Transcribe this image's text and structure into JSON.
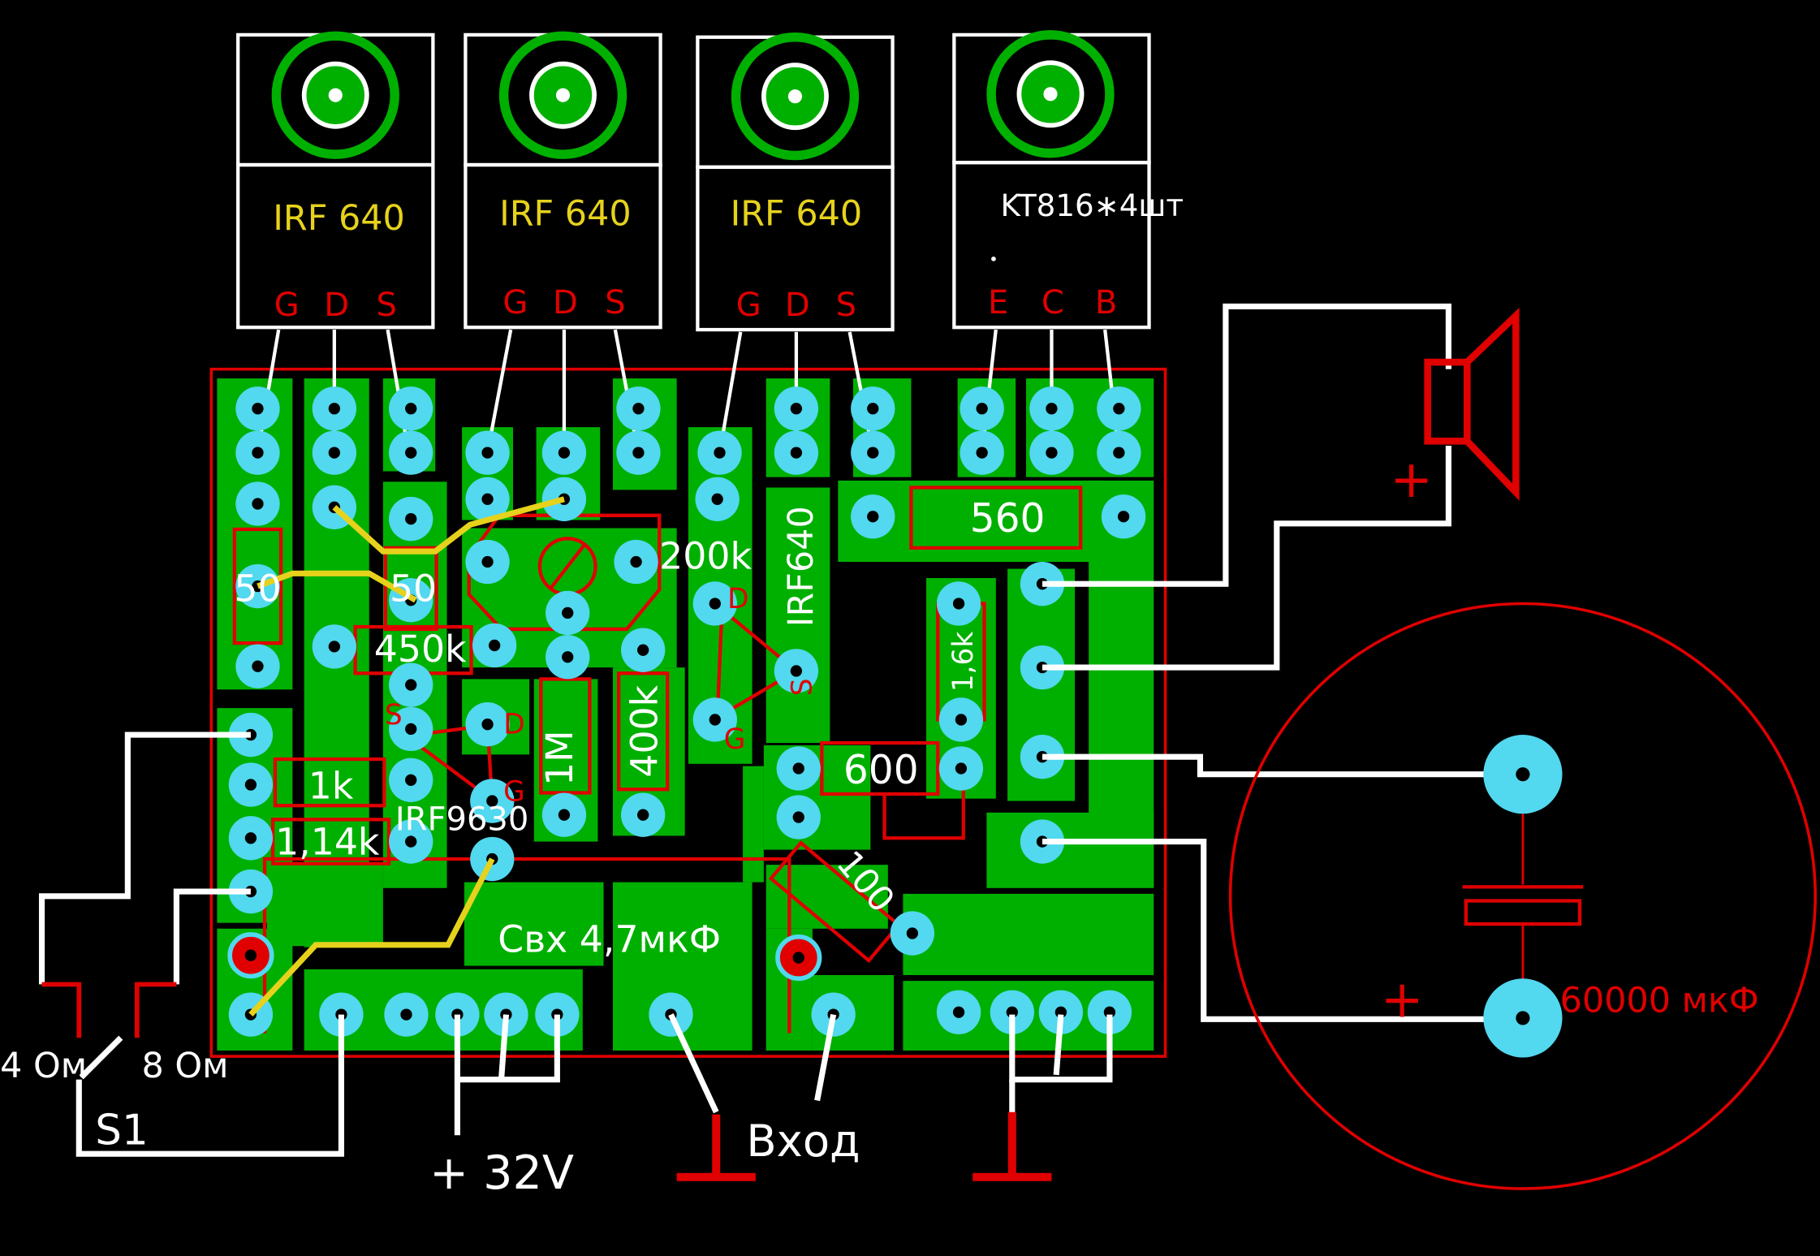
{
  "transistors": [
    {
      "name": "IRF 640",
      "pins": [
        "G",
        "D",
        "S"
      ]
    },
    {
      "name": "IRF 640",
      "pins": [
        "G",
        "D",
        "S"
      ]
    },
    {
      "name": "IRF 640",
      "pins": [
        "G",
        "D",
        "S"
      ]
    },
    {
      "name": "KT816∗4шт",
      "pins": [
        "E",
        "C",
        "B"
      ]
    }
  ],
  "components": {
    "r_50_left": "50",
    "r_50_right": "50",
    "r_450k": "450k",
    "trimmer_200k": "200k",
    "r_1k": "1k",
    "r_114k": "1,14k",
    "r_1m": "1M",
    "r_400k": "400k",
    "r_560": "560",
    "r_16k": "1,6k",
    "r_600": "600",
    "r_100": "100",
    "irf9630": "IRF9630",
    "irf640_board": "IRF640",
    "cin": "Cвх 4,7мкФ",
    "pin_s": "S",
    "pin_d": "D",
    "pin_g": "G"
  },
  "external": {
    "speaker_plus": "+",
    "cap_plus": "+",
    "cap_value": "60000 мкФ",
    "sw_4ohm": "4 Ом",
    "sw_8ohm": "8 Ом",
    "switch": "S1",
    "power": "+ 32V",
    "input": "Вход"
  },
  "colors": {
    "board": "#00b000",
    "pad": "#52d8ef",
    "outline": "#e00000",
    "trace": "#ffffff",
    "jumper": "#e6d21c",
    "background": "#000000"
  }
}
